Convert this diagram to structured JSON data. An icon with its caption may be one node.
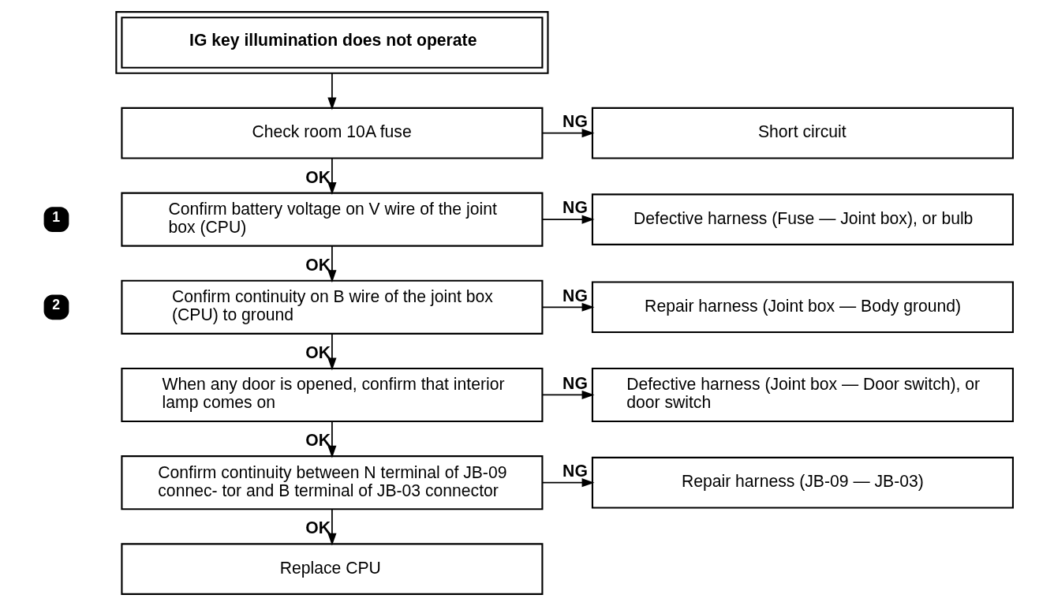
{
  "diagram": {
    "nodes": [
      {
        "text": [
          "IG key illumination does not operate"
        ]
      },
      {
        "text": [
          "Check room 10A fuse"
        ]
      },
      {
        "text": [
          "Short circuit"
        ]
      },
      {
        "text": [
          "Confirm battery voltage on V wire of the joint box (CPU)"
        ]
      },
      {
        "text": [
          "Defective harness (Fuse — Joint box), or bulb"
        ]
      },
      {
        "text": [
          "Confirm continuity on B wire of the joint box (CPU) to ground"
        ]
      },
      {
        "text": [
          "Repair harness (Joint box — Body ground)"
        ]
      },
      {
        "text": [
          "When any door is opened, confirm that interior lamp comes on"
        ]
      },
      {
        "text": [
          "Defective harness (Joint box — Door switch), or door switch"
        ]
      },
      {
        "text": [
          "Confirm continuity between N terminal of JB-09 connec- tor and B terminal of JB-03 connector"
        ]
      },
      {
        "text": [
          "Repair harness (JB-09 — JB-03)"
        ]
      },
      {
        "text": [
          "Replace CPU"
        ]
      }
    ],
    "edges": [
      {
        "from": 0,
        "to": 1,
        "arrow": "to"
      },
      {
        "from": 1,
        "to": 2,
        "arrow": "to",
        "label": "NG"
      },
      {
        "from": 1,
        "to": 3,
        "arrow": "to",
        "label": "OK"
      },
      {
        "from": 3,
        "to": 4,
        "arrow": "to",
        "label": "NG"
      },
      {
        "from": 3,
        "to": 5,
        "arrow": "to",
        "label": "OK"
      },
      {
        "from": 5,
        "to": 6,
        "arrow": "to",
        "label": "NG"
      },
      {
        "from": 5,
        "to": 7,
        "arrow": "to",
        "label": "OK"
      },
      {
        "from": 7,
        "to": 8,
        "arrow": "to",
        "label": "NG"
      },
      {
        "from": 7,
        "to": 9,
        "arrow": "to",
        "label": "OK"
      },
      {
        "from": 9,
        "to": 10,
        "arrow": "to",
        "label": "NG"
      },
      {
        "from": 9,
        "to": 11,
        "arrow": "to",
        "label": "OK"
      }
    ],
    "labels": [
      "1",
      "2"
    ]
  }
}
